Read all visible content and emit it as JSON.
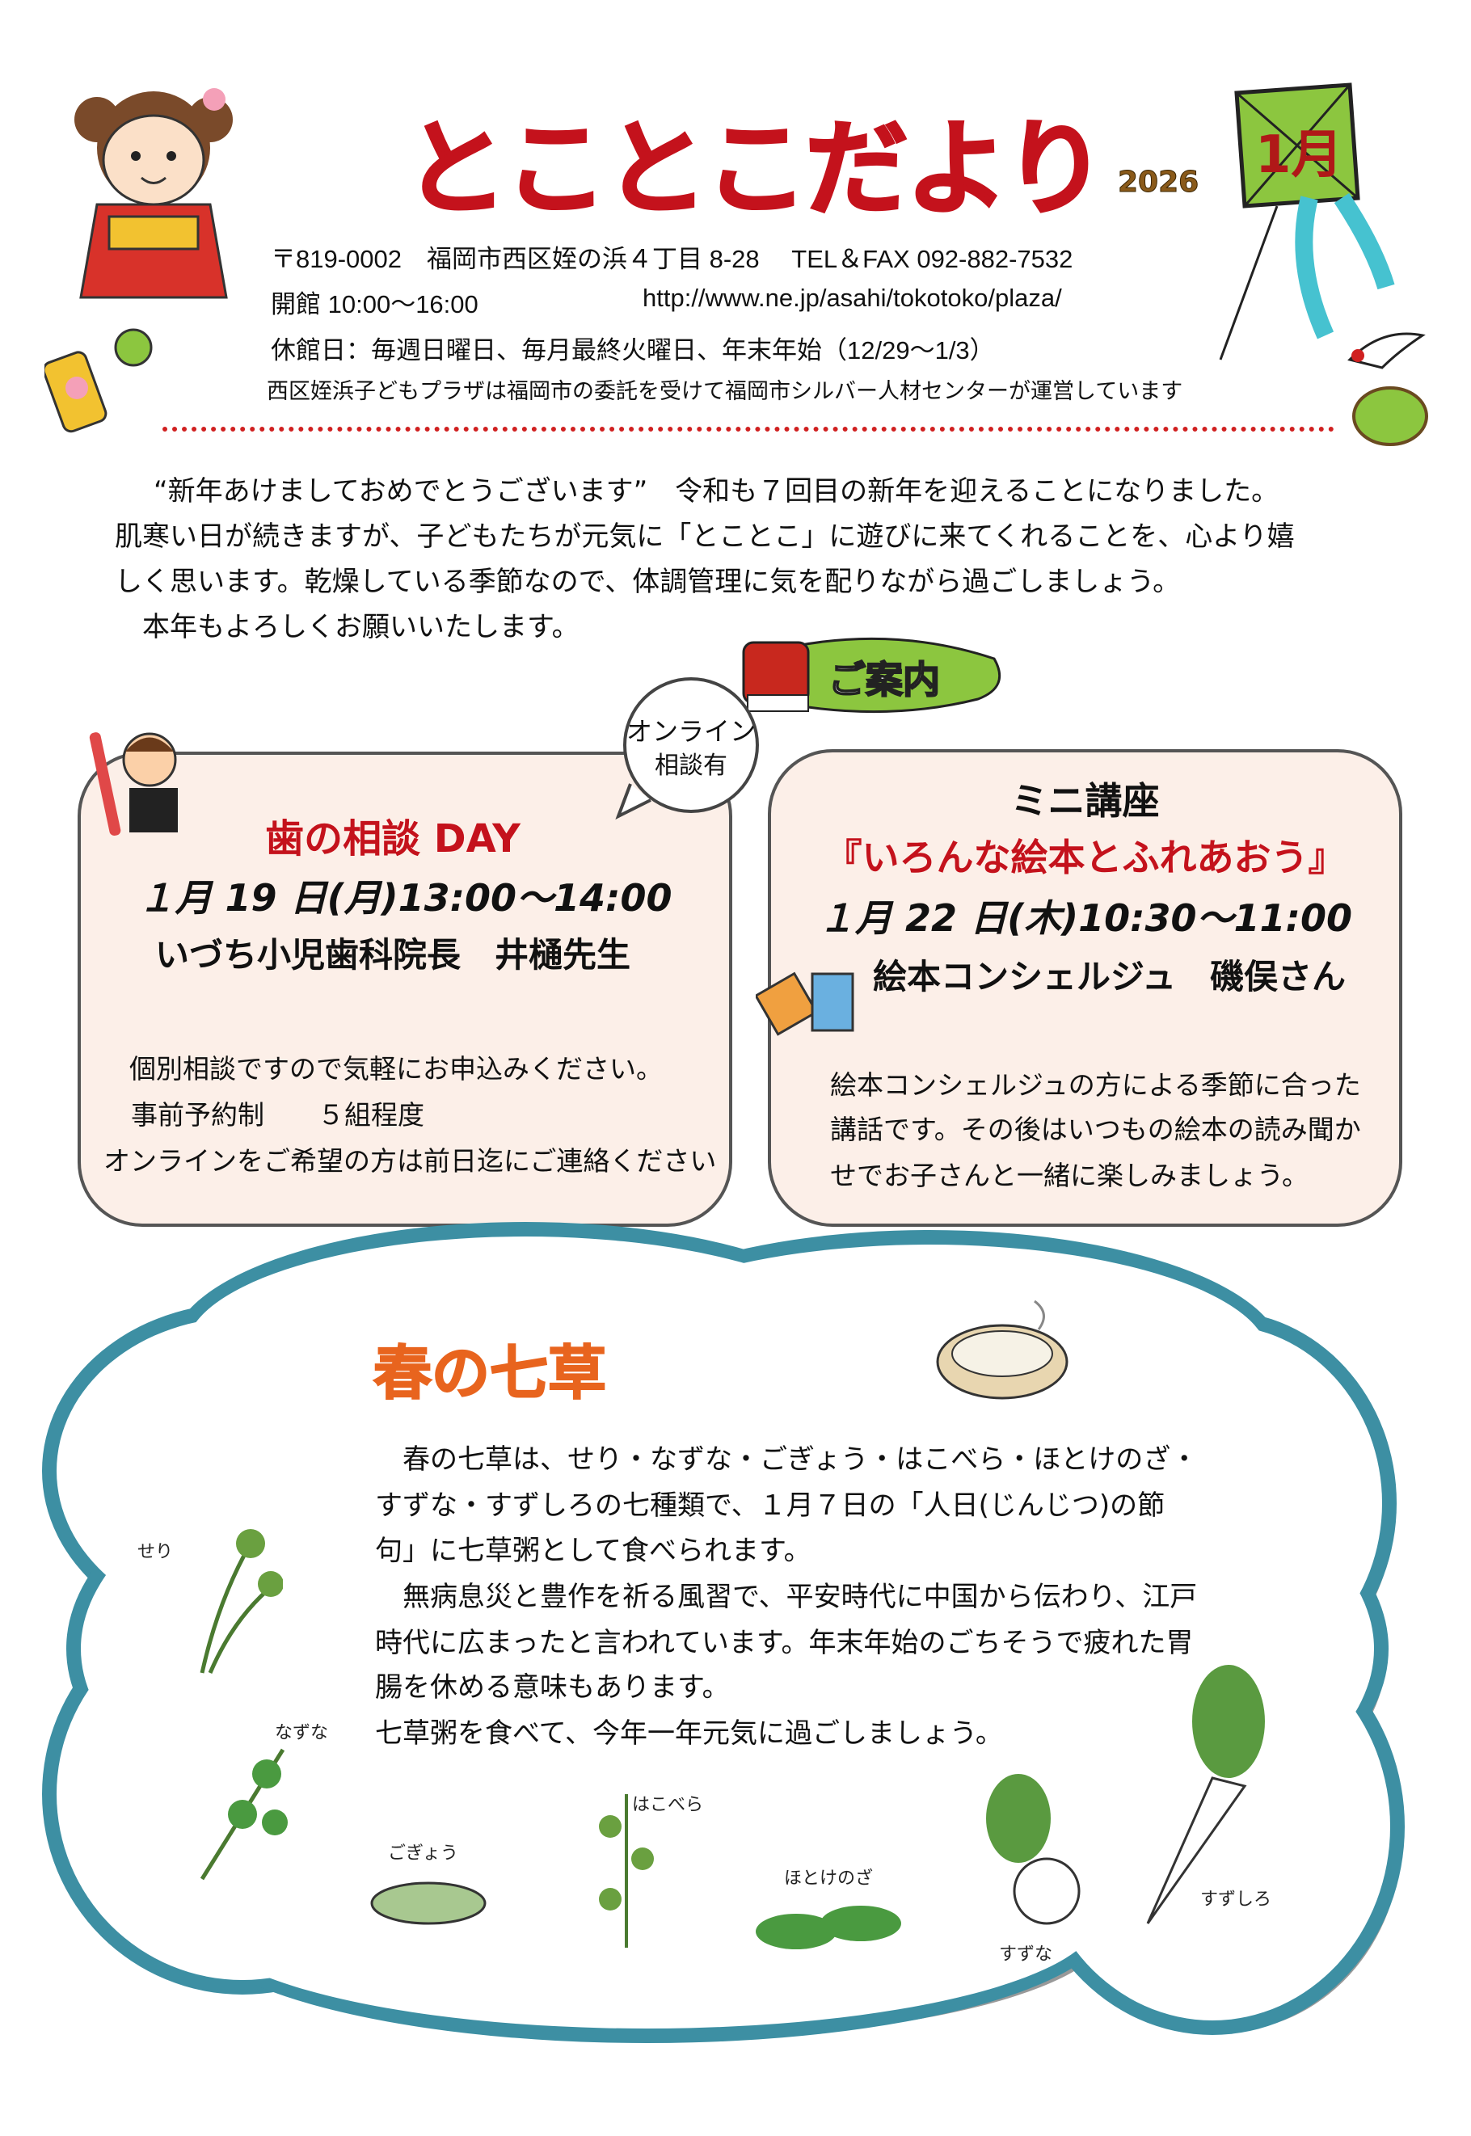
{
  "header": {
    "title": "とことこだより",
    "year": "2026",
    "month": "1月",
    "address": "〒819-0002　福岡市西区姪の浜４丁目 8-28　 TEL＆FAX  092-882-7532",
    "hours": "開館  10:00〜16:00",
    "url": "http://www.ne.jp/asahi/tokotoko/plaza/",
    "closed": "休館日：毎週日曜日、毎月最終火曜日、年末年始（12/29〜1/3）",
    "notice": "西区姪浜子どもプラザは福岡市の委託を受けて福岡市シルバー人材センターが運営しています"
  },
  "intro": [
    "“新年あけましておめでとうございます”　令和も７回目の新年を迎えることになりました。",
    "肌寒い日が続きますが、子どもたちが元気に「とことこ」に遊びに来てくれることを、心より嬉",
    "しく思います。乾燥している季節なので、体調管理に気を配りながら過ごしましょう。",
    "　本年もよろしくお願いいたします。"
  ],
  "guide_label": "ご案内",
  "dental": {
    "bubble": [
      "オンライン",
      "相談有"
    ],
    "title": "歯の相談 DAY",
    "date": "１月 19 日(月)13:00〜14:00",
    "speaker": "いづち小児歯科院長　井樋先生",
    "lines": [
      "個別相談ですので気軽にお申込みください。",
      "事前予約制　　５組程度",
      "オンラインをご希望の方は前日迄にご連絡ください"
    ]
  },
  "lecture": {
    "heading": "ミニ講座",
    "title": "『いろんな絵本とふれあおう』",
    "date": "１月 22 日(木)10:30〜11:00",
    "speaker": "絵本コンシェルジュ　磯俣さん",
    "lines": [
      "絵本コンシェルジュの方による季節に合った",
      "講話です。その後はいつもの絵本の読み聞か",
      "せでお子さんと一緒に楽しみましょう。"
    ]
  },
  "nanakusa": {
    "title": "春の七草",
    "lines": [
      "　春の七草は、せり・なずな・ごぎょう・はこべら・ほとけのざ・",
      "すずな・すずしろの七種類で、１月７日の「人日(じんじつ)の節",
      "句」に七草粥として食べられます。",
      "　無病息災と豊作を祈る風習で、平安時代に中国から伝わり、江戸",
      "時代に広まったと言われています。年末年始のごちそうで疲れた胃",
      "腸を休める意味もあります。",
      "七草粥を食べて、今年一年元気に過ごしましょう。"
    ],
    "herbs": [
      "せり",
      "なずな",
      "ごぎょう",
      "はこべら",
      "ほとけのざ",
      "すずな",
      "すずしろ"
    ]
  },
  "colors": {
    "title_red": "#c4121c",
    "box_fill": "#fcefe8",
    "cloud_teal": "#3d8fa3",
    "nanakusa_orange": "#e8641e",
    "kite_green": "#8cc63f"
  }
}
